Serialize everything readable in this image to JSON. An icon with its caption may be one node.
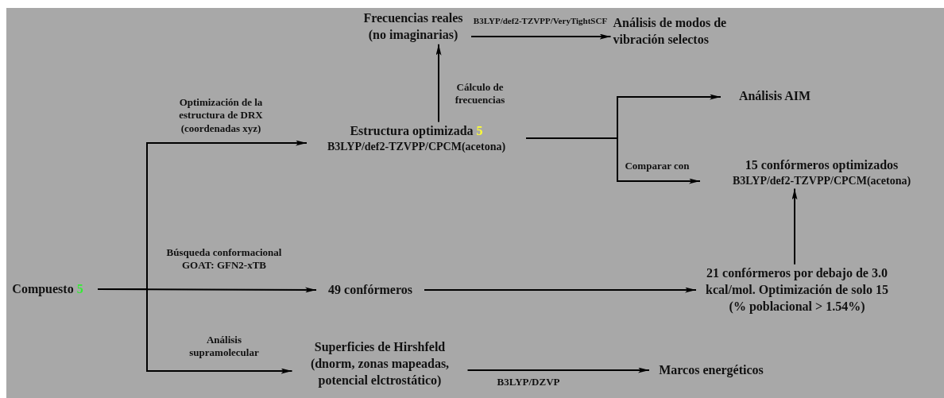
{
  "diagram": {
    "nodes": [
      {
        "text": [
          "Compuesto",
          "5"
        ]
      },
      {
        "text": [
          "Estructura optimizada",
          "5",
          "B3LYP/def2-TZVPP/CPCM(acetona)"
        ]
      },
      {
        "text": [
          "Frecuencias reales (no imaginarias)"
        ]
      },
      {
        "text": [
          "Análisis de modos de vibración selectos"
        ]
      },
      {
        "text": [
          "Análisis AIM"
        ]
      },
      {
        "text": [
          "15 confórmeros optimizados",
          "B3LYP/def2-TZVPP/CPCM(acetona)"
        ]
      },
      {
        "text": [
          "49 confórmeros"
        ]
      },
      {
        "text": [
          "21 confórmeros por debajo de 3.0 kcal/mol. Optimización de solo 15 (% poblacional > 1.54%)"
        ]
      },
      {
        "text": [
          "Superficies de Hirshfeld (dnorm, zonas mapeadas, potencial elctrostático)"
        ]
      },
      {
        "text": [
          "Marcos energéticos"
        ]
      }
    ],
    "edges": [
      {
        "from": 0,
        "to": 1,
        "arrow": "to",
        "label": "Optimización de la estructura de DRX (coordenadas xyz)"
      },
      {
        "from": 0,
        "to": 6,
        "arrow": "to",
        "label": "Búsqueda conformacional GOAT: GFN2-xTB"
      },
      {
        "from": 0,
        "to": 8,
        "arrow": "to",
        "label": "Análisis supramolecular"
      },
      {
        "from": 1,
        "to": 2,
        "arrow": "to",
        "label": "Cálculo de frecuencias"
      },
      {
        "from": 2,
        "to": 3,
        "arrow": "to",
        "label": "B3LYP/def2-TZVPP/VeryTightSCF"
      },
      {
        "from": 1,
        "to": 4,
        "arrow": "to"
      },
      {
        "from": 1,
        "to": 5,
        "arrow": "to",
        "label": "Comparar con"
      },
      {
        "from": 6,
        "to": 7,
        "arrow": "to"
      },
      {
        "from": 7,
        "to": 5,
        "arrow": "to"
      },
      {
        "from": 8,
        "to": 9,
        "arrow": "to",
        "label": "B3LYP/DZVP"
      }
    ]
  }
}
